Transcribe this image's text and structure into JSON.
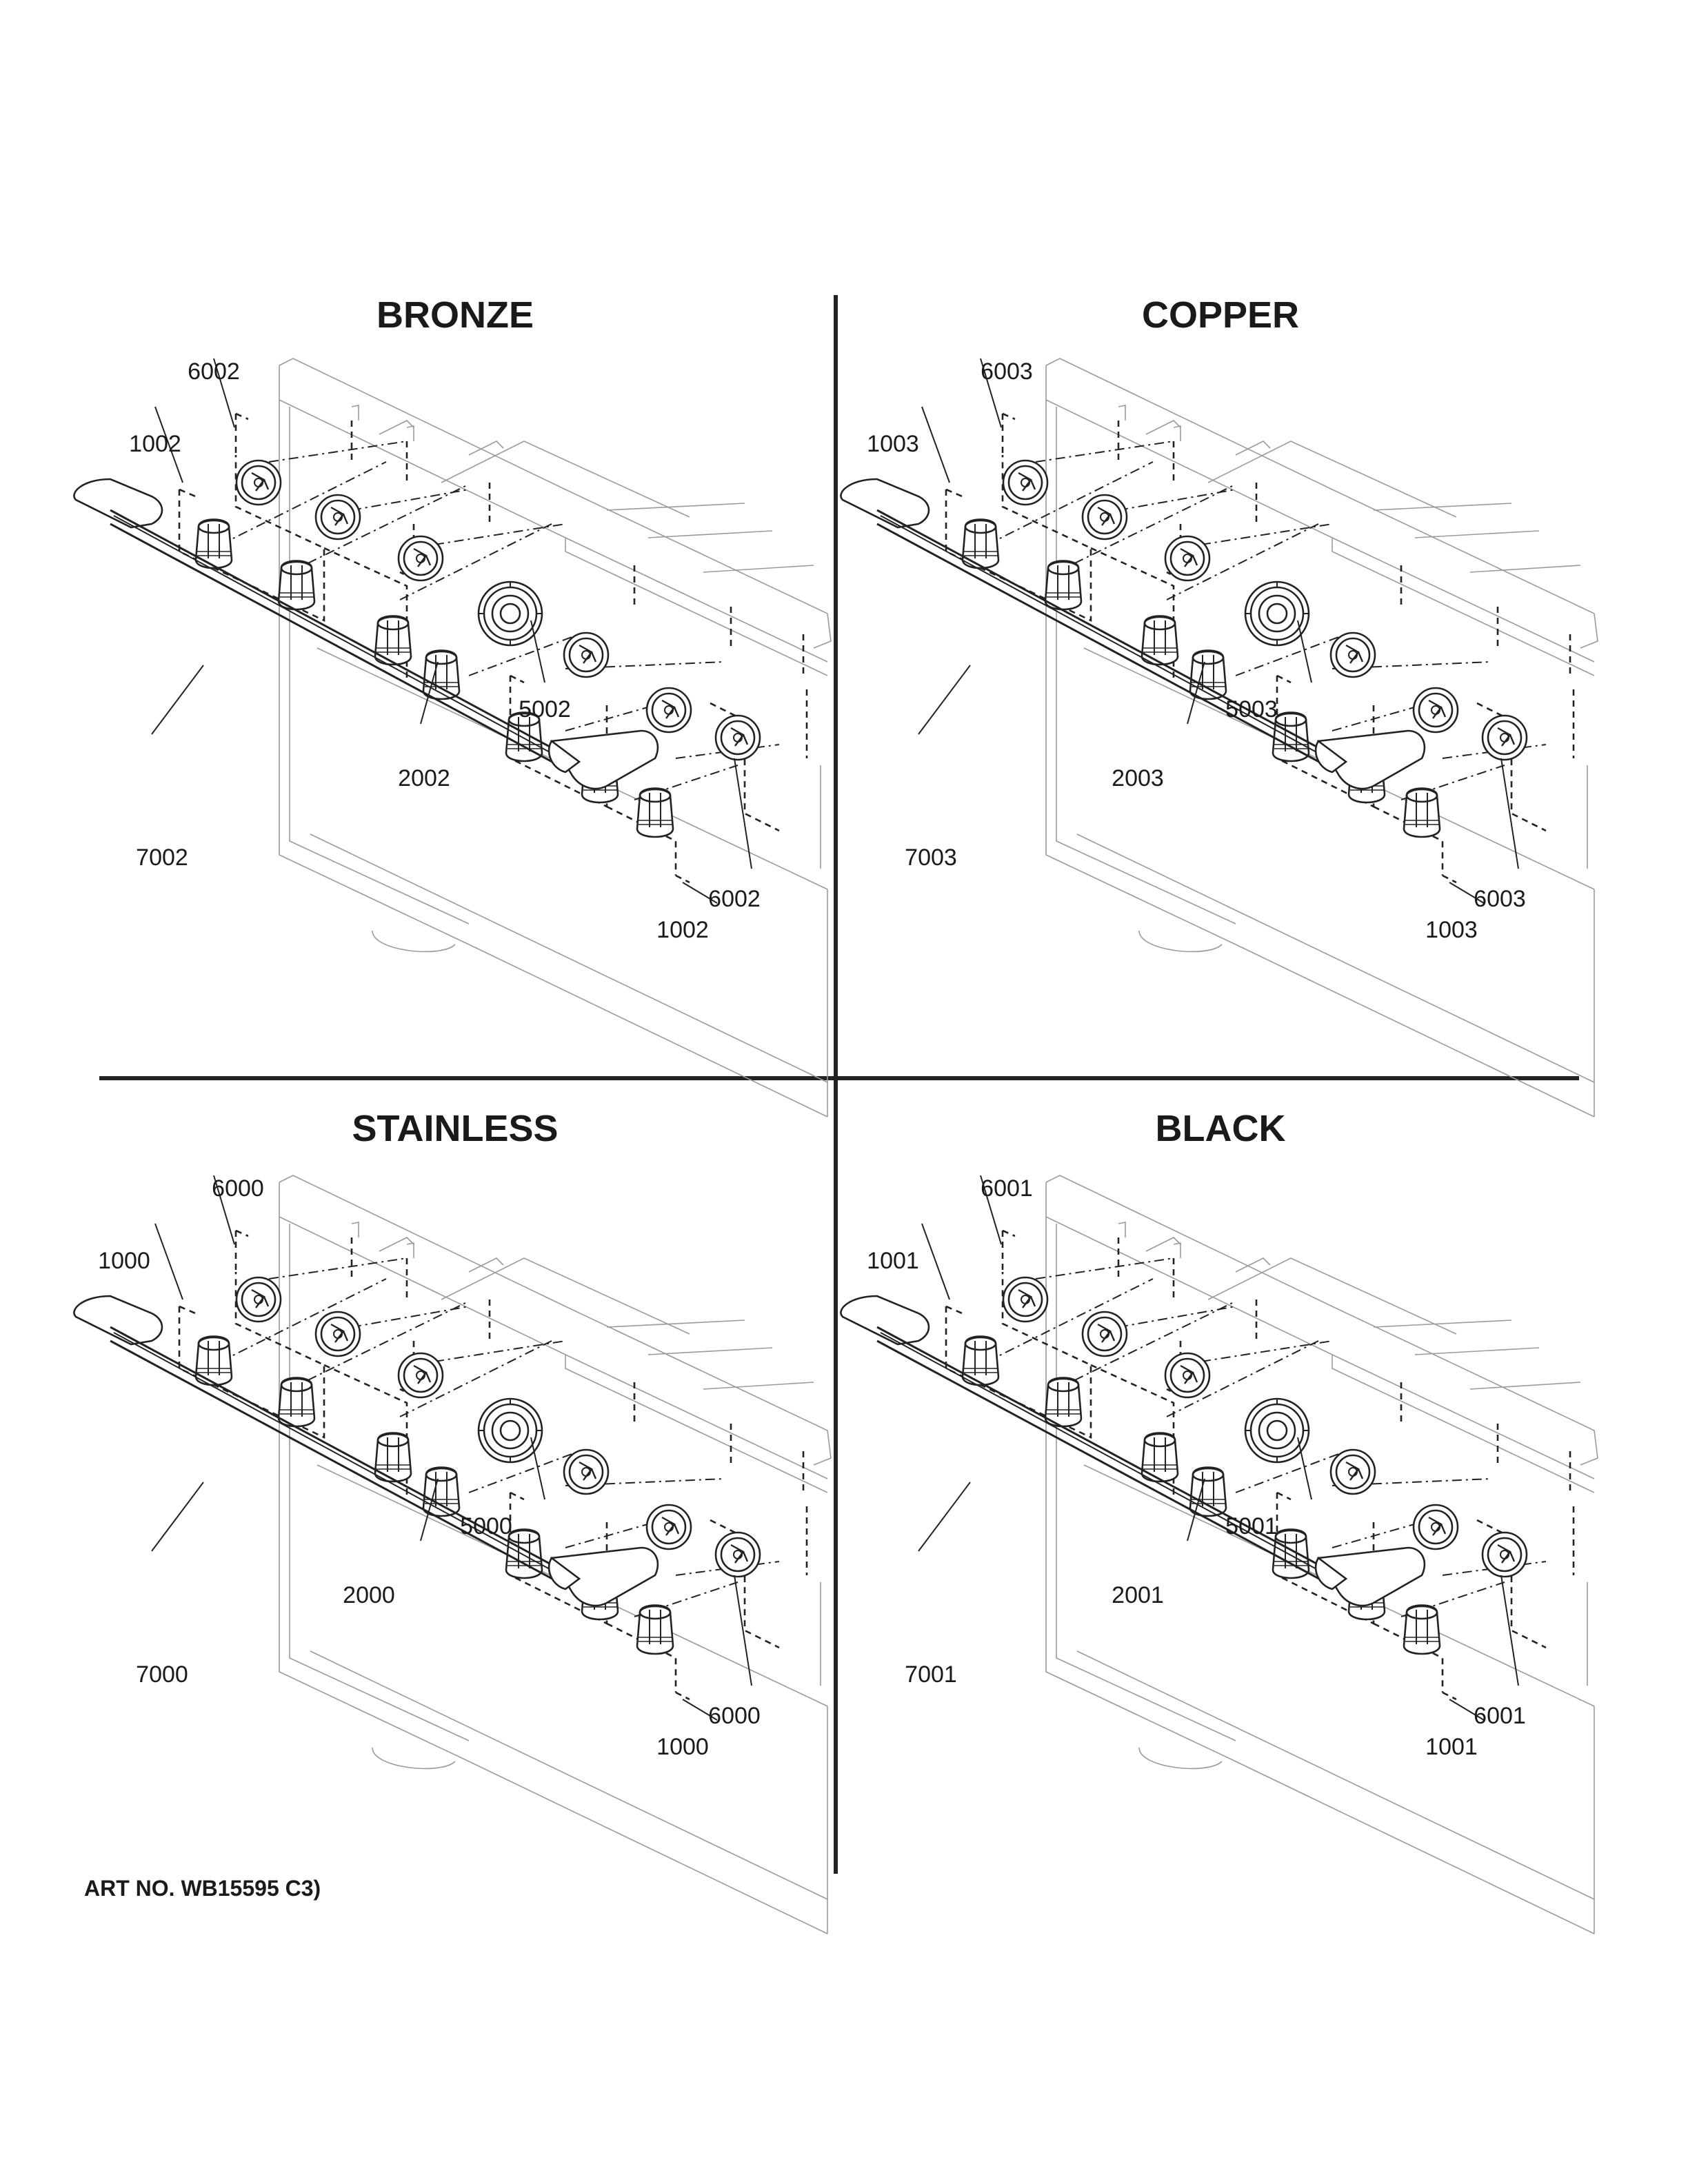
{
  "art_number": "ART NO. WB15595 C3)",
  "quadrants": [
    {
      "title": "BRONZE",
      "callouts": {
        "ring_top": "6002",
        "knob_top": "1002",
        "center_ring": "5002",
        "center_knob": "2002",
        "handle": "7002",
        "ring_bottom": "6002",
        "knob_bottom": "1002"
      }
    },
    {
      "title": "COPPER",
      "callouts": {
        "ring_top": "6003",
        "knob_top": "1003",
        "center_ring": "5003",
        "center_knob": "2003",
        "handle": "7003",
        "ring_bottom": "6003",
        "knob_bottom": "1003"
      }
    },
    {
      "title": "STAINLESS",
      "callouts": {
        "ring_top": "6000",
        "knob_top": "1000",
        "center_ring": "5000",
        "center_knob": "2000",
        "handle": "7000",
        "ring_bottom": "6000",
        "knob_bottom": "1000"
      }
    },
    {
      "title": "BLACK",
      "callouts": {
        "ring_top": "6001",
        "knob_top": "1001",
        "center_ring": "5001",
        "center_knob": "2001",
        "handle": "7001",
        "ring_bottom": "6001",
        "knob_bottom": "1001"
      }
    }
  ]
}
